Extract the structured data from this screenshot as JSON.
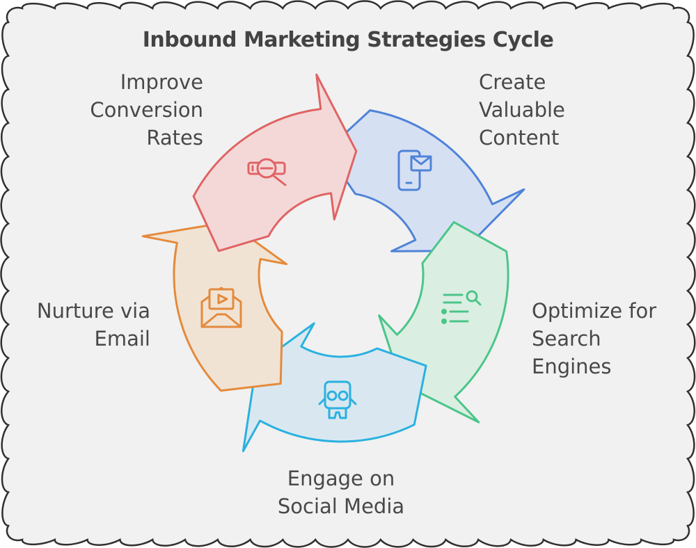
{
  "title": "Inbound Marketing Strategies Cycle",
  "colors": {
    "background": "#f1f1f1",
    "frame_stroke": "#303030",
    "text": "#484848"
  },
  "steps": [
    {
      "label": "Create\nValuable\nContent",
      "icon": "mobile-email-icon",
      "fill": "#d6e0f3",
      "stroke": "#4f83d8"
    },
    {
      "label": "Optimize for\nSearch\nEngines",
      "icon": "search-list-icon",
      "fill": "#dbeee2",
      "stroke": "#4bc589"
    },
    {
      "label": "Engage on\nSocial Media",
      "icon": "social-mascot-icon",
      "fill": "#d9e8f0",
      "stroke": "#2ab1e0"
    },
    {
      "label": "Nurture via\nEmail",
      "icon": "video-email-icon",
      "fill": "#f1e3d4",
      "stroke": "#e48a3c"
    },
    {
      "label": "Improve\nConversion\nRates",
      "icon": "conversion-search-icon",
      "fill": "#f4d8d8",
      "stroke": "#e06363"
    }
  ]
}
